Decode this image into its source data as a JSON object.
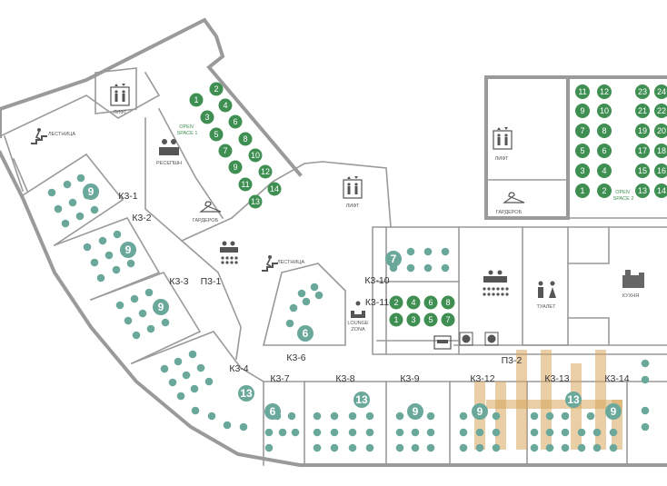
{
  "labels": {
    "stairs_left": "ЛЕСТНИЦА",
    "lift_top": "ЛИФТ",
    "open_space_1": "OPEN\nSPACE 1",
    "reception": "РЕСЕПШН",
    "wardrobe_left": "ГАРДЕРОБ",
    "lift_mid": "ЛИФТ",
    "stairs_mid": "ЛЕСТНИЦА",
    "lounge": "LOUNGE\nZONA",
    "lift_right": "ЛИФТ",
    "wardrobe_right": "ГАРДЕРОБ",
    "open_space_2": "OPEN\nSPACE 2",
    "toilet": "ТУАЛЕТ",
    "kitchen": "КУХНЯ"
  },
  "rooms": {
    "k3_1": "К3-1",
    "k3_2": "К3-2",
    "k3_3": "К3-3",
    "p3_1": "П3-1",
    "k3_4": "К3-4",
    "k3_6": "К3-6",
    "k3_10": "К3-10",
    "k3_11": "К3-11",
    "k3_7": "К3-7",
    "k3_8": "К3-8",
    "k3_9": "К3-9",
    "k3_12": "К3-12",
    "p3_2": "П3-2",
    "k3_13": "К3-13",
    "k3_14": "К3-14"
  },
  "capacity": {
    "k3_1": "9",
    "k3_2": "9",
    "k3_3": "9",
    "k3_4": "13",
    "k3_6": "6",
    "k3_10": "7",
    "k3_7": "6",
    "k3_8": "13",
    "k3_9": "9",
    "k3_12": "9",
    "k3_13": "13",
    "k3_14": "9"
  },
  "open_space_1_seats": [
    "1",
    "2",
    "3",
    "4",
    "5",
    "6",
    "7",
    "8",
    "9",
    "10",
    "11",
    "12",
    "13",
    "14"
  ],
  "k3_11_seats": [
    "2",
    "4",
    "6",
    "8",
    "1",
    "3",
    "5",
    "7"
  ],
  "open_space_2_seats": [
    "11",
    "12",
    "9",
    "10",
    "7",
    "8",
    "5",
    "6",
    "3",
    "4",
    "1",
    "2",
    "23",
    "24",
    "21",
    "22",
    "19",
    "20",
    "17",
    "18",
    "15",
    "16",
    "13",
    "14"
  ],
  "colors": {
    "seat": "#6aa89b",
    "workplace": "#3f8f52",
    "wall": "#9a9a9a",
    "highlight": "#d7a65c"
  }
}
